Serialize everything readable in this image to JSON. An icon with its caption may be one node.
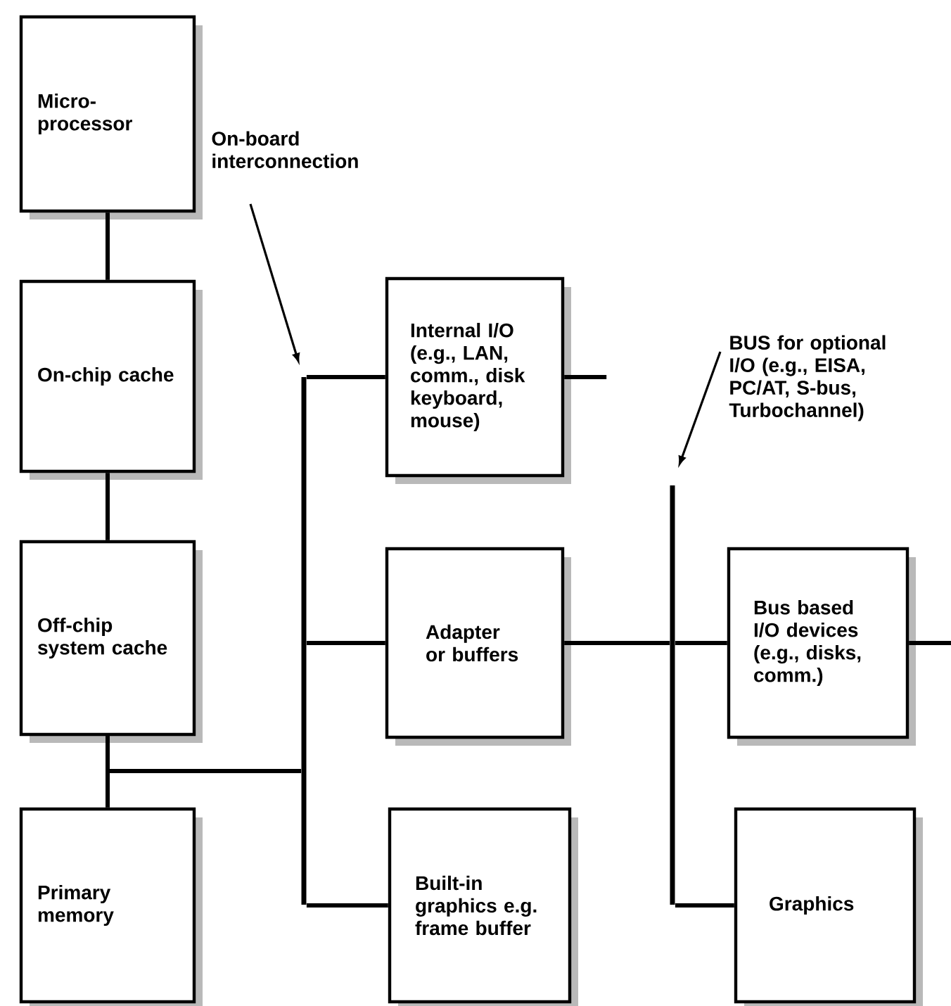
{
  "diagram": {
    "nodes": [
      {
        "text": [
          "Micro- processor"
        ]
      },
      {
        "text": [
          "On-chip cache"
        ]
      },
      {
        "text": [
          "Off-chip system cache"
        ]
      },
      {
        "text": [
          "Primary memory"
        ]
      },
      {
        "text": [
          "Internal I/O (e.g., LAN, comm., disk keyboard, mouse)"
        ]
      },
      {
        "text": [
          "Adapter or buffers"
        ]
      },
      {
        "text": [
          "Built-in graphics e.g. frame buffer"
        ]
      },
      {
        "text": [
          "Bus based I/O devices (e.g., disks, comm.)"
        ]
      },
      {
        "text": [
          "Graphics"
        ]
      },
      {
        "text": [],
        "shape": "bar"
      },
      {
        "text": [],
        "shape": "bar"
      },
      {
        "text": [
          "On-board interconnection"
        ]
      },
      {
        "text": [
          "BUS for optional I/O (e.g., EISA, PC/AT, S-bus, Turbochannel)"
        ]
      }
    ],
    "edges": [
      {
        "from": 0,
        "to": 1,
        "arrow": "none"
      },
      {
        "from": 1,
        "to": 2,
        "arrow": "none"
      },
      {
        "from": 2,
        "to": 3,
        "arrow": "none"
      },
      {
        "from": 2,
        "to": 9,
        "arrow": "none"
      },
      {
        "from": 9,
        "to": 4,
        "arrow": "none"
      },
      {
        "from": 9,
        "to": 5,
        "arrow": "none"
      },
      {
        "from": 9,
        "to": 6,
        "arrow": "none"
      },
      {
        "from": 4,
        "to": null,
        "arrow": "none"
      },
      {
        "from": 5,
        "to": 10,
        "arrow": "none"
      },
      {
        "from": 10,
        "to": 7,
        "arrow": "none"
      },
      {
        "from": 10,
        "to": 8,
        "arrow": "none"
      },
      {
        "from": 7,
        "to": null,
        "arrow": "none"
      },
      {
        "from": 11,
        "to": 9,
        "arrow": "to"
      },
      {
        "from": 12,
        "to": 10,
        "arrow": "to"
      }
    ]
  }
}
